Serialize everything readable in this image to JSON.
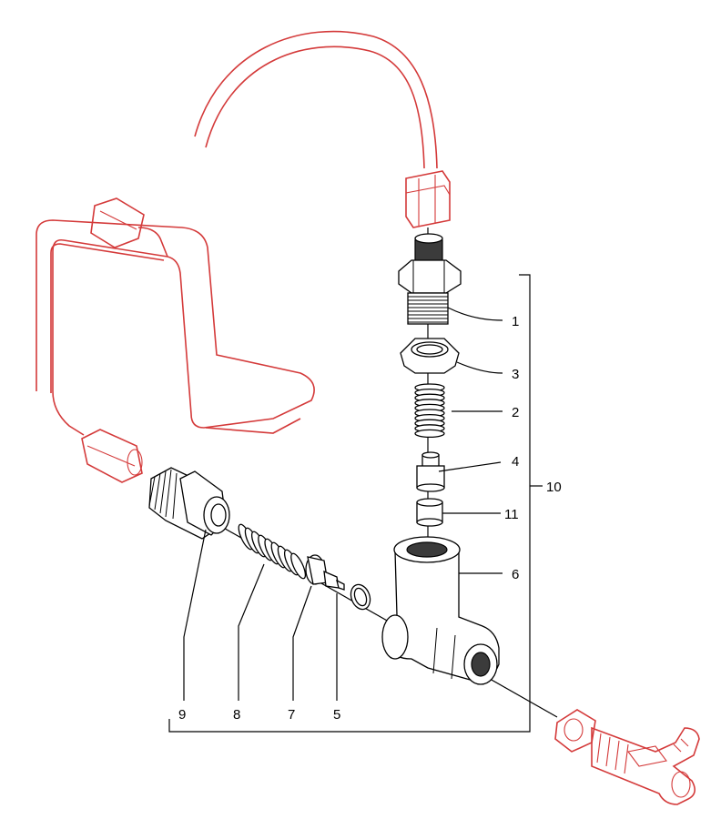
{
  "diagram": {
    "callouts": [
      {
        "key": "p1",
        "label": "1"
      },
      {
        "key": "p2",
        "label": "2"
      },
      {
        "key": "p3",
        "label": "3"
      },
      {
        "key": "p4",
        "label": "4"
      },
      {
        "key": "p5",
        "label": "5"
      },
      {
        "key": "p6",
        "label": "6"
      },
      {
        "key": "p7",
        "label": "7"
      },
      {
        "key": "p8",
        "label": "8"
      },
      {
        "key": "p9",
        "label": "9"
      },
      {
        "key": "p10",
        "label": "10"
      },
      {
        "key": "p11",
        "label": "11"
      }
    ],
    "colors": {
      "context_lines": "#d43a3a",
      "part_lines": "#000000",
      "background": "#ffffff"
    }
  }
}
